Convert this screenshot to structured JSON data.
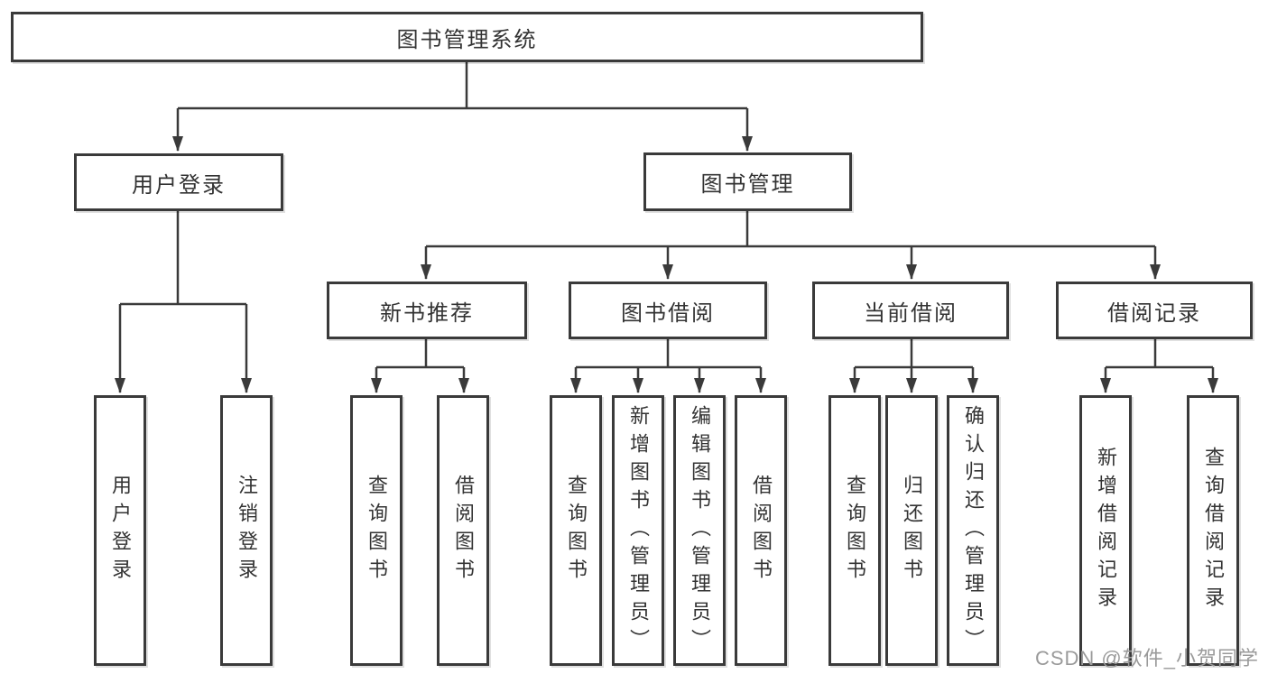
{
  "diagram": {
    "root": {
      "label": "图书管理系统"
    },
    "level2": [
      {
        "label": "用户登录"
      },
      {
        "label": "图书管理"
      }
    ],
    "level3": [
      {
        "label": "新书推荐"
      },
      {
        "label": "图书借阅"
      },
      {
        "label": "当前借阅"
      },
      {
        "label": "借阅记录"
      }
    ],
    "leaves": {
      "user_login": [
        {
          "label": "用户登录"
        },
        {
          "label": "注销登录"
        }
      ],
      "new_book": [
        {
          "label": "查询图书"
        },
        {
          "label": "借阅图书"
        }
      ],
      "book_borrow": [
        {
          "label": "查询图书"
        },
        {
          "label": "新增图书（管理员）"
        },
        {
          "label": "编辑图书（管理员）"
        },
        {
          "label": "借阅图书"
        }
      ],
      "current_borrow": [
        {
          "label": "查询图书"
        },
        {
          "label": "归还图书"
        },
        {
          "label": "确认归还（管理员）"
        }
      ],
      "borrow_record": [
        {
          "label": "新增借阅记录"
        },
        {
          "label": "查询借阅记录"
        }
      ]
    }
  },
  "watermark": {
    "text": "CSDN @软件_小贺同学"
  },
  "colors": {
    "line": "#3a3a3a",
    "border": "#3a3a3a",
    "text": "#333333",
    "watermark": "#9a9a9a",
    "background": "#ffffff"
  }
}
